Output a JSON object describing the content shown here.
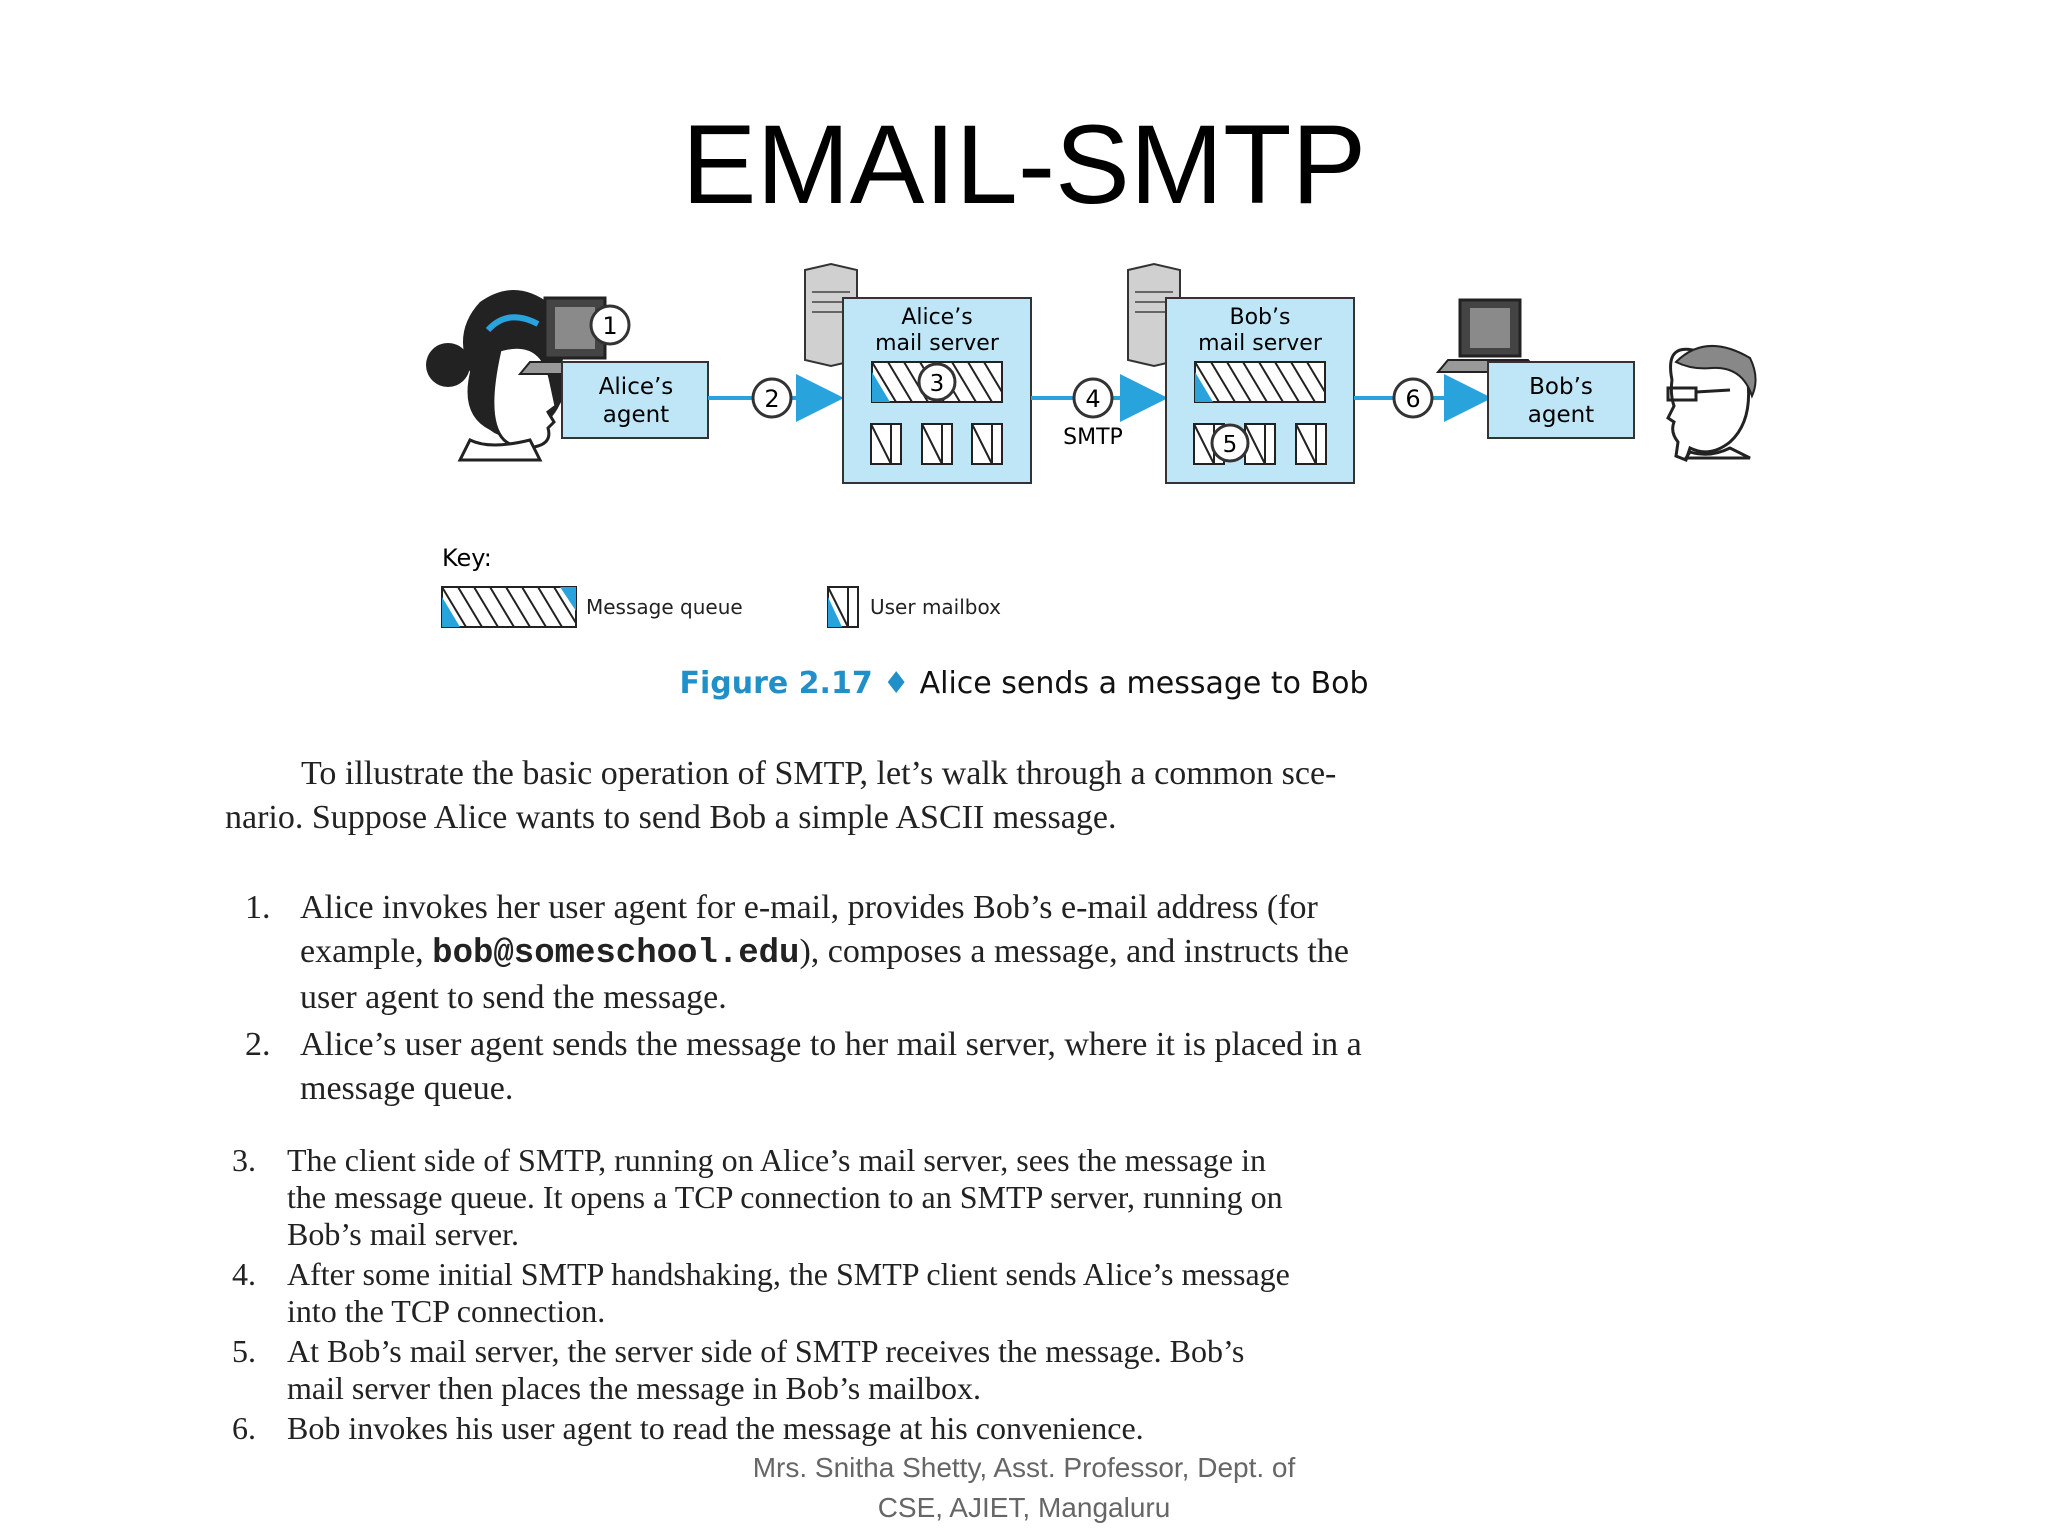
{
  "slide": {
    "title": "EMAIL-SMTP",
    "footer_line1": "Mrs. Snitha Shetty, Asst. Professor, Dept. of",
    "footer_line2": "CSE, AJIET, Mangaluru"
  },
  "diagram": {
    "alice_agent": [
      "Alice’s",
      "agent"
    ],
    "alice_server": [
      "Alice’s",
      "mail server"
    ],
    "bob_server": [
      "Bob’s",
      "mail server"
    ],
    "bob_agent": [
      "Bob’s",
      "agent"
    ],
    "smtp_label": "SMTP",
    "steps": [
      "1",
      "2",
      "3",
      "4",
      "5",
      "6"
    ],
    "key_label": "Key:",
    "key_queue": "Message queue",
    "key_mailbox": "User mailbox",
    "colors": {
      "box_fill": "#bfe6f7",
      "arrow": "#29a3dc",
      "outline": "#333333"
    }
  },
  "figure": {
    "label": "Figure 2.17",
    "separator": "♦",
    "caption": "Alice sends a message to Bob"
  },
  "text": {
    "intro_line1": "To illustrate the basic operation of SMTP, let’s walk through a common sce-",
    "intro_line2": "nario. Suppose Alice wants to send Bob a simple ASCII message.",
    "step1_num": "1.",
    "step1_a": "Alice invokes her user agent for e-mail, provides Bob’s e-mail address (for",
    "step1_b_pre": "example, ",
    "step1_b_code": "bob@someschool.edu",
    "step1_b_post": "), composes a message, and instructs the",
    "step1_c": "user agent to send the message.",
    "step2_num": "2.",
    "step2_a": "Alice’s user agent sends the message to her mail server, where it is placed in a",
    "step2_b": "message queue.",
    "step3_num": "3.",
    "step3_a": "The client side of SMTP, running on Alice’s mail server, sees the message in",
    "step3_b": "the message queue. It opens a TCP connection to an SMTP server, running on",
    "step3_c": "Bob’s mail server.",
    "step4_num": "4.",
    "step4_a": "After some initial SMTP handshaking, the SMTP client sends Alice’s message",
    "step4_b": "into the TCP connection.",
    "step5_num": "5.",
    "step5_a": "At Bob’s mail server, the server side of SMTP receives the message. Bob’s",
    "step5_b": "mail server then places the message in Bob’s mailbox.",
    "step6_num": "6.",
    "step6_a": "Bob invokes his user agent to read the message at his convenience."
  }
}
